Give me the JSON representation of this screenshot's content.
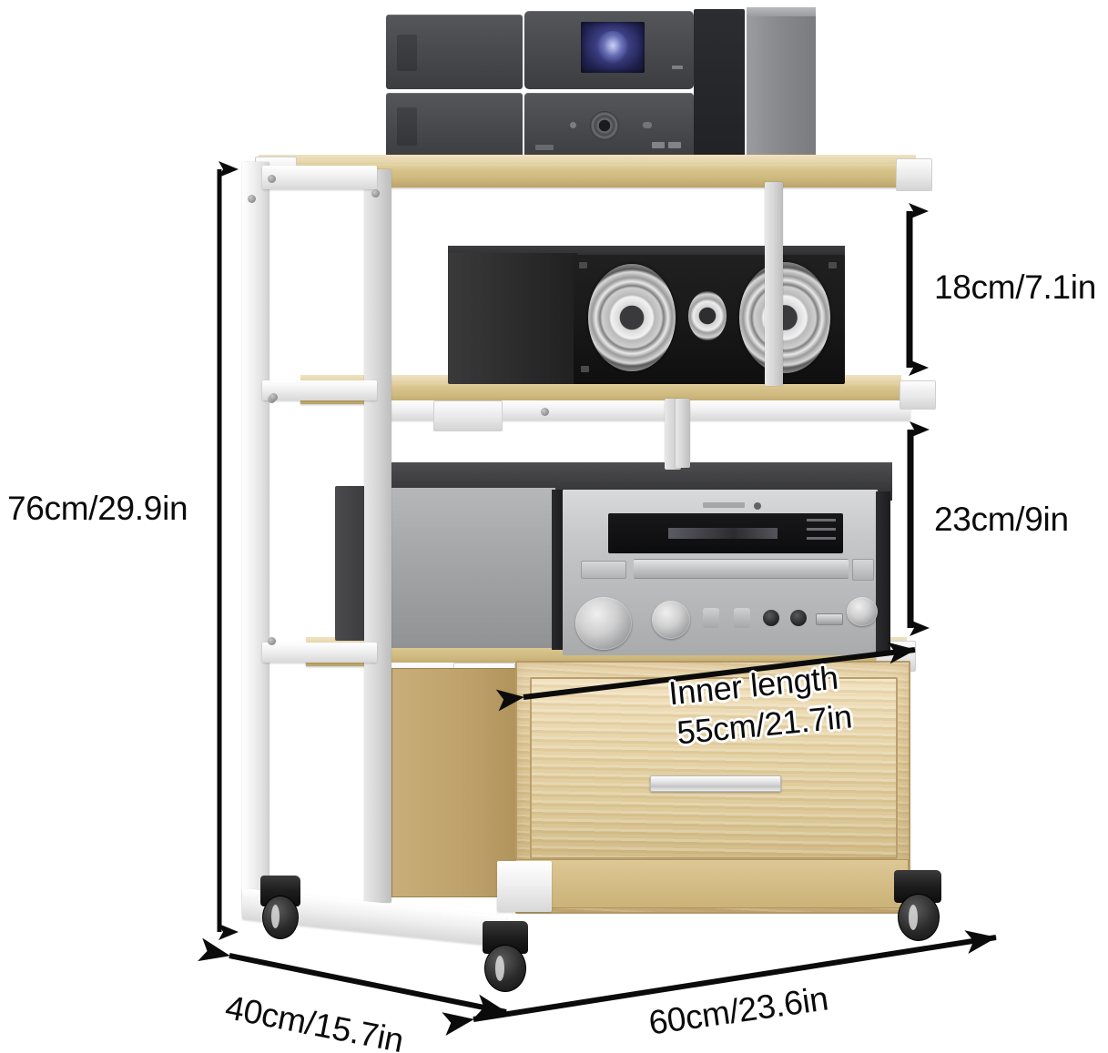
{
  "product": {
    "name": "3-tier rolling audio media rack with drawer",
    "type": "product dimension diagram"
  },
  "dimensions": {
    "overall_height": {
      "label": "76cm/29.9in",
      "metric": "76cm",
      "imperial": "29.9in",
      "orientation": "vertical",
      "position": "left"
    },
    "top_tier_gap": {
      "label": "18cm/7.1in",
      "metric": "18cm",
      "imperial": "7.1in",
      "orientation": "vertical",
      "position": "right-upper"
    },
    "middle_tier_gap": {
      "label": "23cm/9in",
      "metric": "23cm",
      "imperial": "9in",
      "orientation": "vertical",
      "position": "right-lower"
    },
    "inner_length": {
      "label_line1": "Inner length",
      "label_line2": "55cm/21.7in",
      "metric": "55cm",
      "imperial": "21.7in",
      "orientation": "horizontal",
      "position": "drawer"
    },
    "depth": {
      "label": "40cm/15.7in",
      "metric": "40cm",
      "imperial": "15.7in",
      "orientation": "diagonal",
      "position": "bottom-left"
    },
    "width": {
      "label": "60cm/23.6in",
      "metric": "60cm",
      "imperial": "23.6in",
      "orientation": "diagonal",
      "position": "bottom-right"
    }
  },
  "colors": {
    "arrow": "#0b0b0b",
    "text": "#0b0b0b",
    "wood_shelf": "#d9c58d",
    "wood_drawer": "#e4d1a2",
    "metal_frame": "#f0f0f0",
    "background": "#ffffff",
    "caster": "#1d1d1d",
    "display_screen": "#3a3d80"
  },
  "components": {
    "shelves": [
      {
        "name": "top-shelf",
        "tier": 1
      },
      {
        "name": "middle-shelf",
        "tier": 2
      },
      {
        "name": "bottom-shelf",
        "tier": 3
      }
    ],
    "devices": [
      {
        "name": "stereo-system",
        "shelf": "top-shelf"
      },
      {
        "name": "center-channel-speaker",
        "shelf": "middle-shelf"
      },
      {
        "name": "cd-receiver",
        "shelf": "bottom-shelf"
      }
    ],
    "drawer": {
      "name": "storage-drawer",
      "handle": "bar-pull"
    },
    "casters": 4
  }
}
